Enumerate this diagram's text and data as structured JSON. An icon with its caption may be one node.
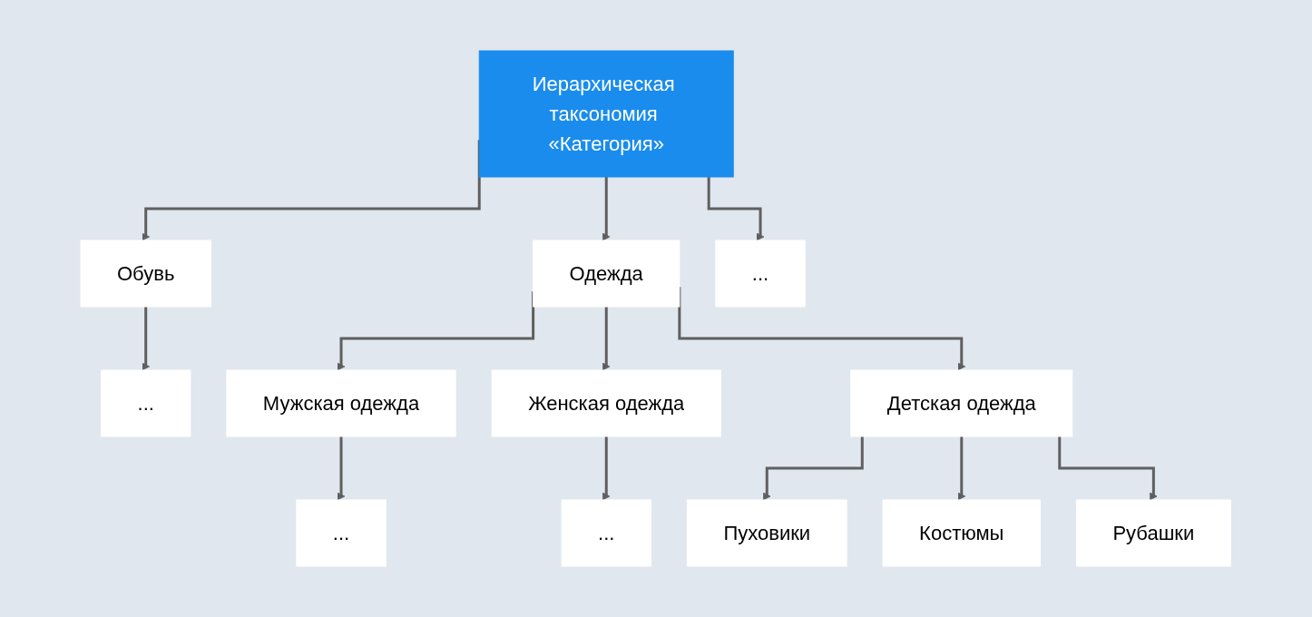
{
  "diagram": {
    "nodes": [
      {
        "text": [
          "Иерархическая таксономия «Категория»"
        ]
      },
      {
        "text": [
          "Обувь"
        ]
      },
      {
        "text": [
          "Одежда"
        ]
      },
      {
        "text": [
          "..."
        ]
      },
      {
        "text": [
          "..."
        ]
      },
      {
        "text": [
          "Мужская одежда"
        ]
      },
      {
        "text": [
          "Женская одежда"
        ]
      },
      {
        "text": [
          "Детская одежда"
        ]
      },
      {
        "text": [
          "..."
        ]
      },
      {
        "text": [
          "..."
        ]
      },
      {
        "text": [
          "Пуховики"
        ]
      },
      {
        "text": [
          "Костюмы"
        ]
      },
      {
        "text": [
          "Рубашки"
        ]
      }
    ],
    "edges": [
      {
        "from": 0,
        "to": 1,
        "arrow": "to"
      },
      {
        "from": 0,
        "to": 2,
        "arrow": "to"
      },
      {
        "from": 0,
        "to": 3,
        "arrow": "to"
      },
      {
        "from": 1,
        "to": 4,
        "arrow": "to"
      },
      {
        "from": 2,
        "to": 5,
        "arrow": "to"
      },
      {
        "from": 2,
        "to": 6,
        "arrow": "to"
      },
      {
        "from": 2,
        "to": 7,
        "arrow": "to"
      },
      {
        "from": 5,
        "to": 8,
        "arrow": "to"
      },
      {
        "from": 6,
        "to": 9,
        "arrow": "to"
      },
      {
        "from": 7,
        "to": 10,
        "arrow": "to"
      },
      {
        "from": 7,
        "to": 11,
        "arrow": "to"
      },
      {
        "from": 7,
        "to": 12,
        "arrow": "to"
      }
    ]
  }
}
